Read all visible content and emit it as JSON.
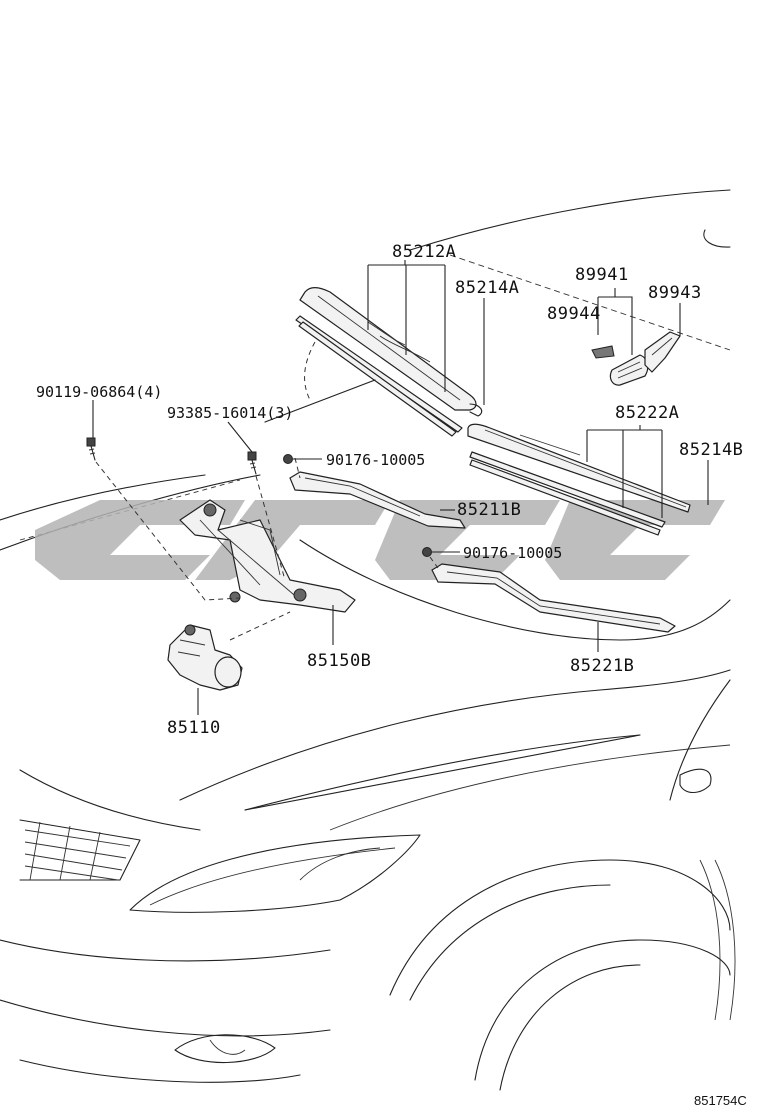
{
  "labels": {
    "p85212A": "85212A",
    "p85214A": "85214A",
    "p89941": "89941",
    "p89943": "89943",
    "p89944": "89944",
    "p90119": "90119-06864(4)",
    "p93385": "93385-16014(3)",
    "p90176a": "90176-10005",
    "p85211B": "85211B",
    "p85222A": "85222A",
    "p85214B": "85214B",
    "p90176b": "90176-10005",
    "p85150B": "85150B",
    "p85221B": "85221B",
    "p85110": "85110"
  },
  "reference_code": "851754C",
  "icons": {
    "watermark": "watermark-logo-icon",
    "bolt": "bolt-icon",
    "nut": "nut-icon",
    "motor": "wiper-motor-icon",
    "linkage": "wiper-linkage-icon",
    "blade": "wiper-blade-icon",
    "arm": "wiper-arm-icon"
  },
  "colors": {
    "line": "#222222",
    "watermark": "#b3b3b3",
    "background": "#ffffff"
  }
}
